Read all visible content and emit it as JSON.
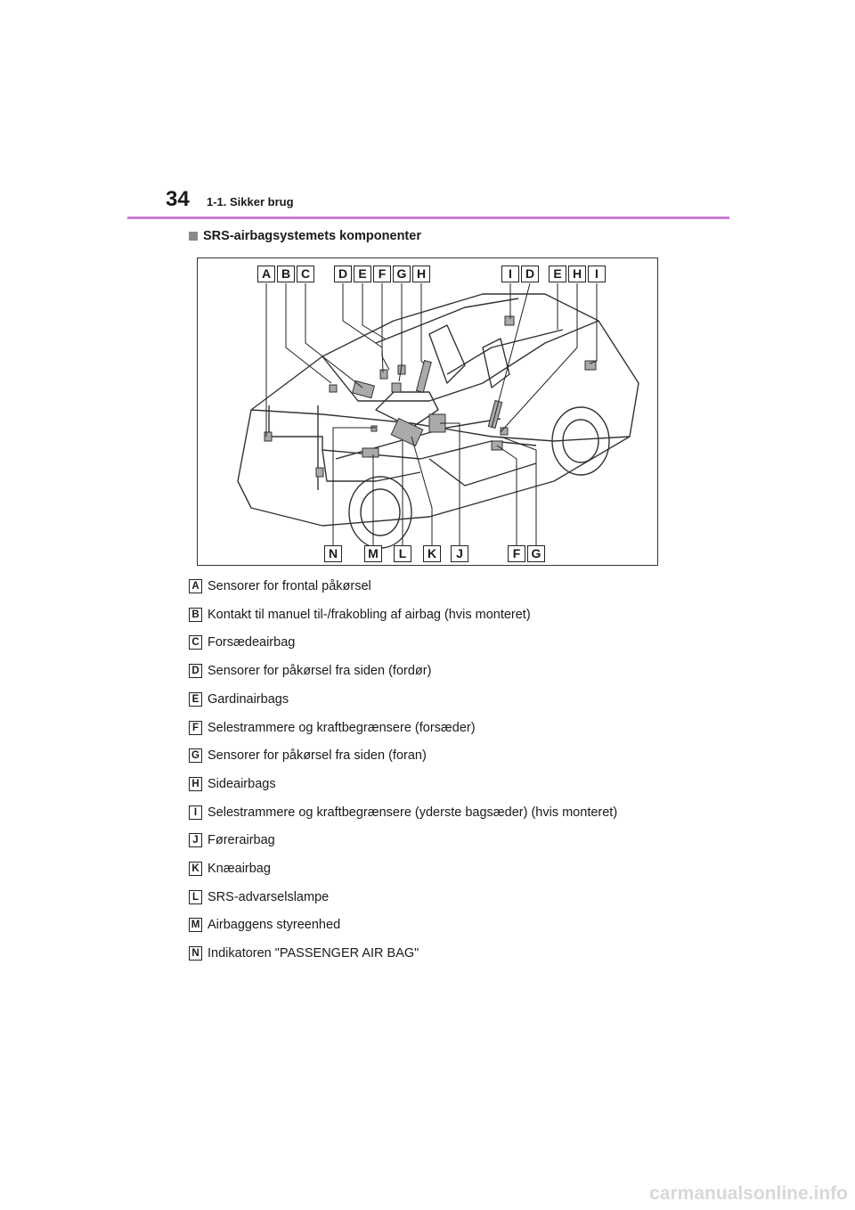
{
  "header": {
    "page_number": "34",
    "section": "1-1. Sikker brug",
    "rule_color": "#c77dd1"
  },
  "heading": "SRS-airbagsystemets komponenter",
  "figure": {
    "callouts_top": [
      "A",
      "B",
      "C",
      "D",
      "E",
      "F",
      "G",
      "H",
      "I",
      "D",
      "E",
      "H",
      "I"
    ],
    "callouts_bottom": [
      "N",
      "M",
      "L",
      "K",
      "J",
      "F",
      "G"
    ]
  },
  "legend": [
    {
      "key": "A",
      "text": "Sensorer for frontal påkørsel"
    },
    {
      "key": "B",
      "text": "Kontakt til manuel til-/frakobling af airbag (hvis monteret)"
    },
    {
      "key": "C",
      "text": "Forsædeairbag"
    },
    {
      "key": "D",
      "text": "Sensorer for påkørsel fra siden (fordør)"
    },
    {
      "key": "E",
      "text": "Gardinairbags"
    },
    {
      "key": "F",
      "text": "Selestrammere og kraftbegrænsere (forsæder)"
    },
    {
      "key": "G",
      "text": "Sensorer for påkørsel fra siden (foran)"
    },
    {
      "key": "H",
      "text": "Sideairbags"
    },
    {
      "key": "I",
      "text": "Selestrammere og kraftbegrænsere (yderste bagsæder) (hvis monteret)"
    },
    {
      "key": "J",
      "text": "Førerairbag"
    },
    {
      "key": "K",
      "text": "Knæairbag"
    },
    {
      "key": "L",
      "text": "SRS-advarselslampe"
    },
    {
      "key": "M",
      "text": "Airbaggens styreenhed"
    },
    {
      "key": "N",
      "text": "Indikatoren \"PASSENGER AIR BAG\""
    }
  ],
  "watermark": "carmanualsonline.info"
}
